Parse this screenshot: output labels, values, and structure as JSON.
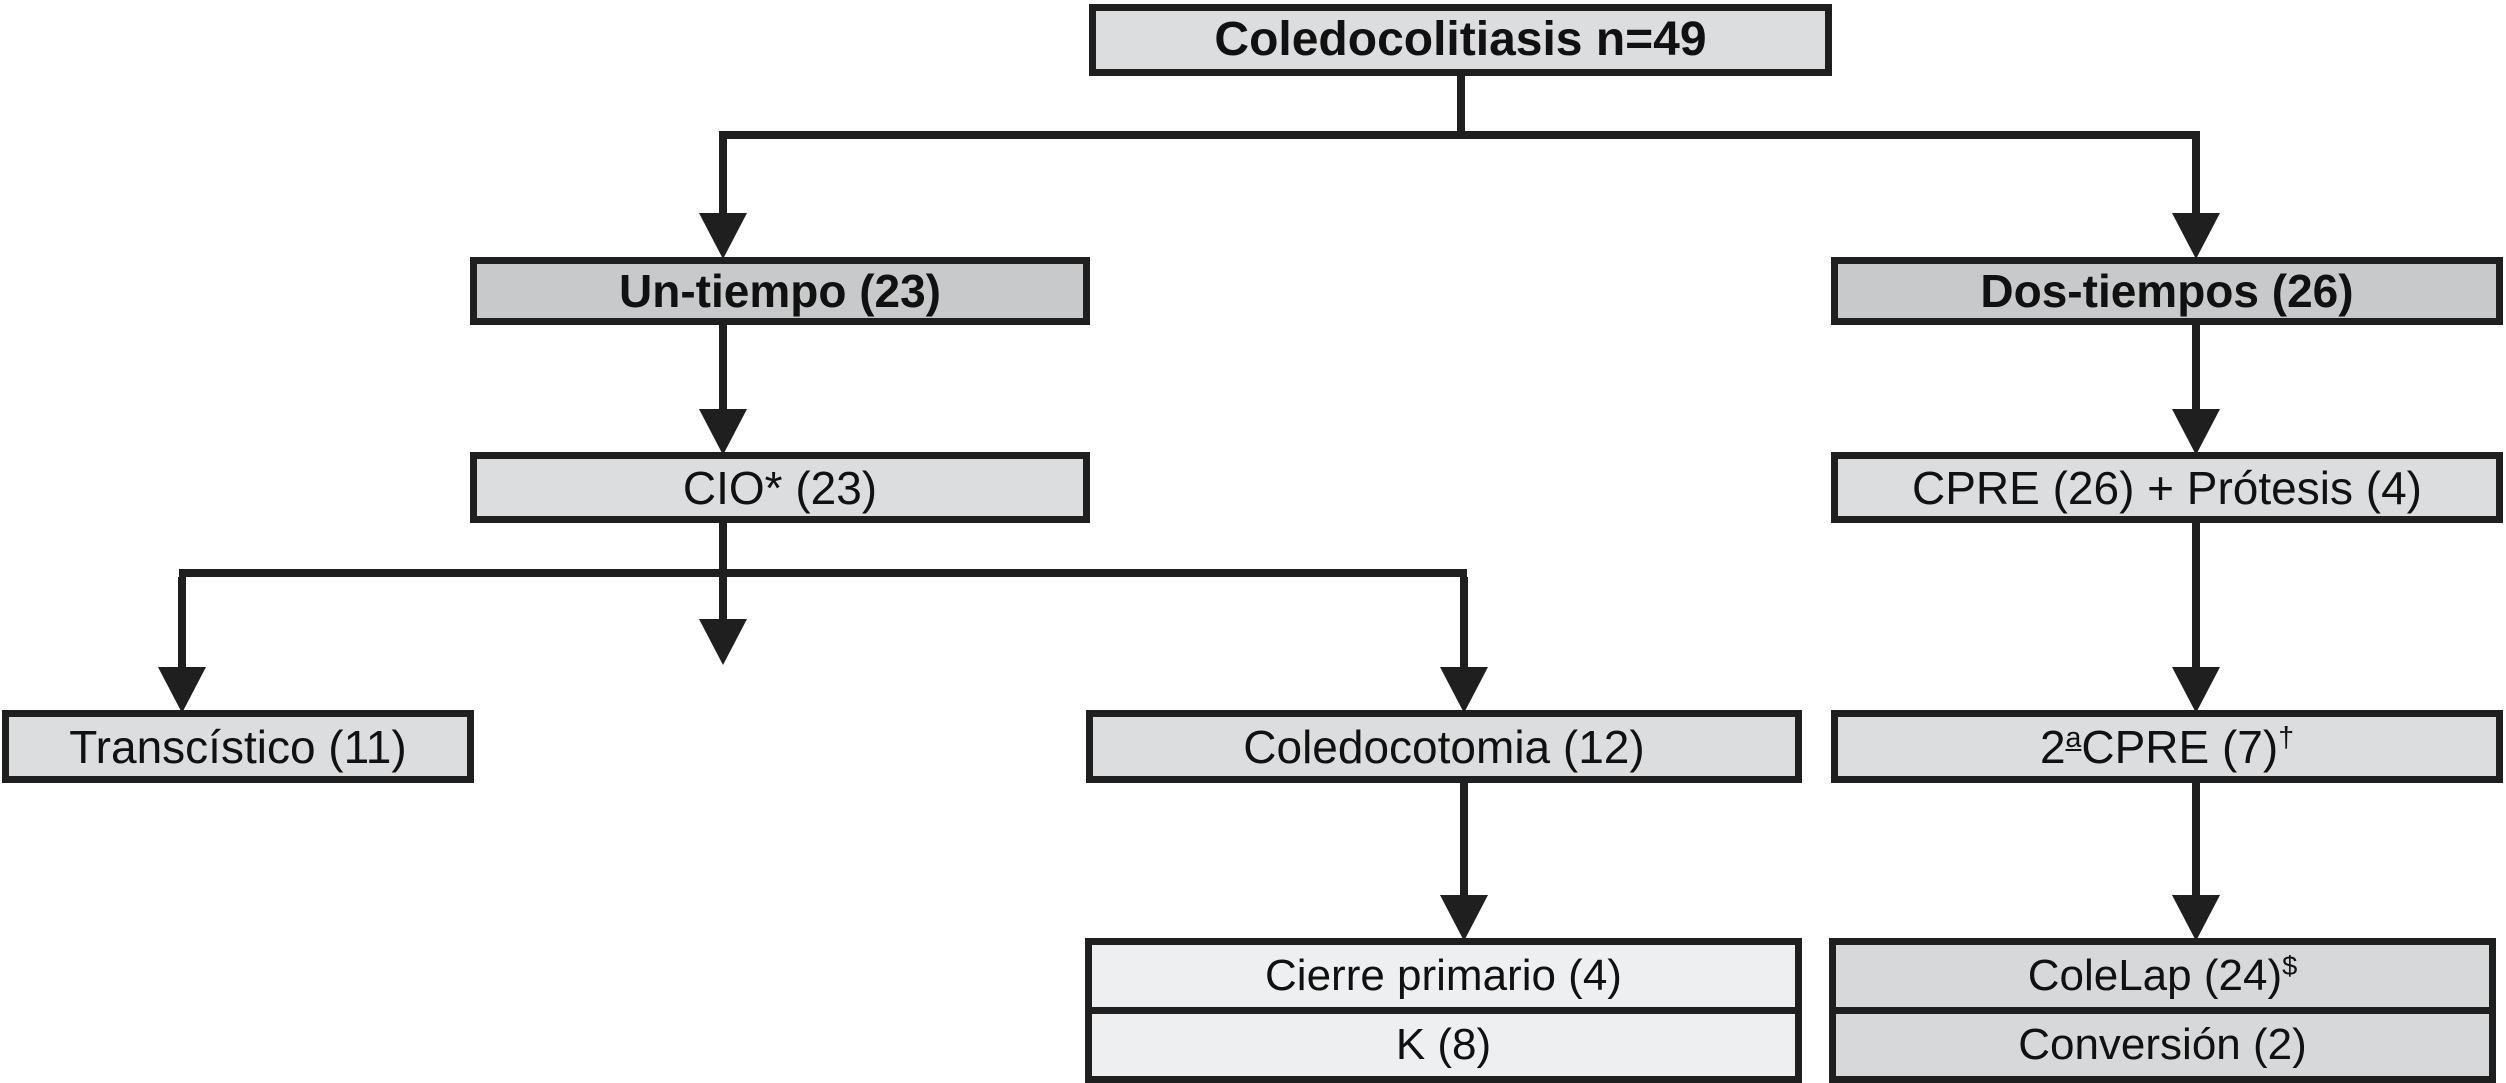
{
  "figure": {
    "background_color": "#ffffff",
    "line_color": "#1f1f1f",
    "text_color": "#111111",
    "fill_root": "#dcdddf",
    "fill_phase_boxes": "#c8c9cb",
    "fill_mid_boxes": "#dcdddf",
    "fill_left_outcome_stack": "#eeeff0",
    "fill_right_outcome_stack": "#d7d8da",
    "nodes": {
      "root": {
        "label": "Coledocolitiasis n=49"
      },
      "un_tiempo": {
        "label": "Un-tiempo (23)"
      },
      "dos_tiempos": {
        "label": "Dos-tiempos (26)"
      },
      "cio": {
        "label": "CIO* (23)"
      },
      "cpre_protesis": {
        "label": "CPRE (26) + Prótesis (4)"
      },
      "transcistico": {
        "label": "Transcístico (11)"
      },
      "coledocotomia": {
        "label": "Coledocotomia (12)"
      },
      "segunda_cpre": {
        "prefix": "2",
        "ordinal": "a",
        "rest": "CPRE (7)",
        "footnote": "†"
      },
      "cierre_primario": {
        "label": "Cierre primario (4)"
      },
      "kehr": {
        "label": "K (8)"
      },
      "colelap": {
        "label": "ColeLap (24)",
        "footnote": "$"
      },
      "conversion": {
        "label": "Conversión (2)"
      }
    }
  }
}
